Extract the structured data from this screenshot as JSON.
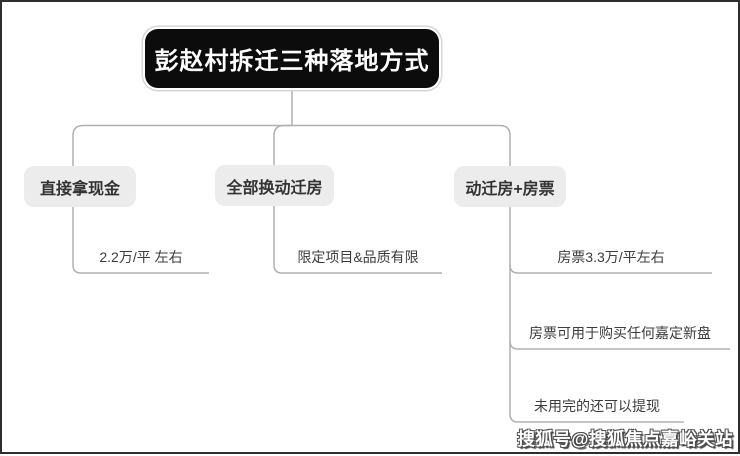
{
  "diagram": {
    "root": {
      "label": "彭赵村拆迁三种落地方式"
    },
    "branches": [
      {
        "label": "直接拿现金",
        "children": [
          "2.2万/平 左右"
        ]
      },
      {
        "label": "全部换动迁房",
        "children": [
          "限定项目&品质有限"
        ]
      },
      {
        "label": "动迁房+房票",
        "children": [
          "房票3.3万/平左右",
          "房票可用于购买任何嘉定新盘",
          "未用完的还可以提现"
        ]
      }
    ]
  },
  "watermark": {
    "text": "搜狐号@搜狐焦点嘉峪关站"
  },
  "colors": {
    "root_bg": "#0c0c0c",
    "root_text": "#ffffff",
    "node_bg": "#ececec",
    "node_text": "#333333",
    "line": "#b0b0b0",
    "border": "#2e2e2e"
  }
}
